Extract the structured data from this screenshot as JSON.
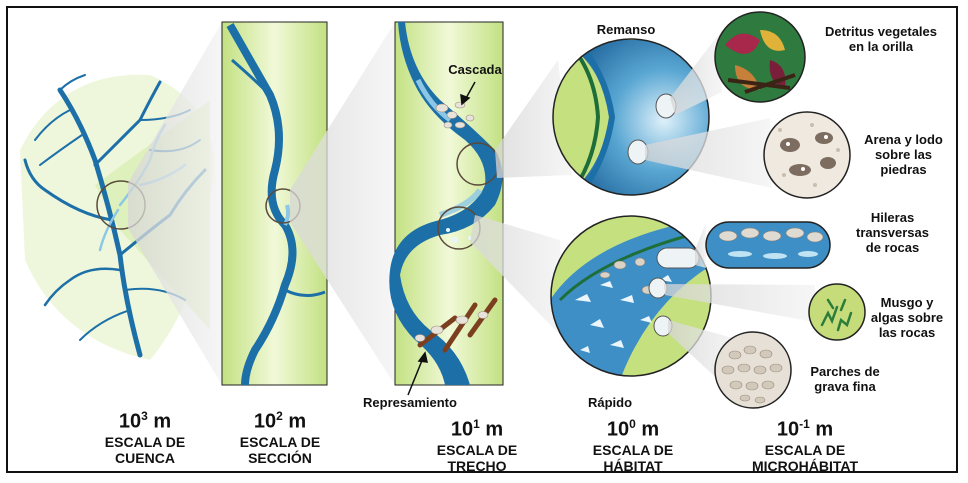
{
  "scales": [
    {
      "base": "10",
      "exp": "3",
      "unit": " m",
      "line1": "ESCALA DE",
      "line2": "CUENCA"
    },
    {
      "base": "10",
      "exp": "2",
      "unit": " m",
      "line1": "ESCALA DE",
      "line2": "SECCIÓN"
    },
    {
      "base": "10",
      "exp": "1",
      "unit": " m",
      "line1": "ESCALA DE",
      "line2": "TRECHO"
    },
    {
      "base": "10",
      "exp": "0",
      "unit": " m",
      "line1": "ESCALA DE",
      "line2": "HÁBITAT"
    },
    {
      "base": "10",
      "exp": "-1",
      "unit": " m",
      "line1": "ESCALA DE",
      "line2": "MICROHÁBITAT"
    }
  ],
  "callouts": {
    "cascada": "Cascada",
    "represamiento": "Represamiento",
    "remanso": "Remanso",
    "rapido": "Rápido",
    "detritus": [
      "Detritus vegetales",
      "en la orilla"
    ],
    "arena": [
      "Arena y lodo",
      "sobre las",
      "piedras"
    ],
    "hileras": [
      "Hileras",
      "transversas",
      "de rocas"
    ],
    "musgo": [
      "Musgo y",
      "algas sobre",
      "las rocas"
    ],
    "parches": [
      "Parches de",
      "grava fina"
    ]
  },
  "colors": {
    "river_dark": "#1d6fa8",
    "river_light": "#8cc7e6",
    "land_green": "#c6e38a",
    "land_light": "#eef7d4",
    "rock": "#cfc6b8",
    "wood": "#8b4a2b"
  }
}
